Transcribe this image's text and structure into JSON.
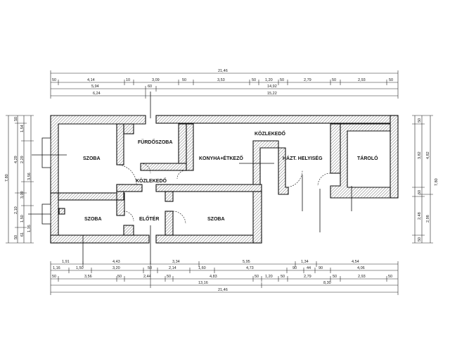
{
  "rooms": {
    "szoba_top_left": "SZOBA",
    "furdoszoba": "FÜRDŐSZOBA",
    "kozlekedo_mid": "KÖZLEKEDŐ",
    "kozlekedo_top": "KÖZLEKEDŐ",
    "konyha": "KONYHA+ÉTKEZŐ",
    "haztartasi": "HÁZT. HELYISÉG",
    "tarolo": "TÁROLÓ",
    "szoba_bottom_left": "SZOBA",
    "eloter": "ELŐTÉR",
    "szoba_bottom_mid": "SZOBA"
  },
  "top_dims": {
    "total": "21,46",
    "row2": [
      "50",
      "4,14",
      "10",
      "3,09",
      "50",
      "3,53",
      "50",
      "1,20",
      "50",
      "2,79",
      "50",
      "2,93",
      "50"
    ],
    "row3": [
      "5,94",
      "60",
      "14,92"
    ],
    "row4": [
      "6,24",
      "15,22"
    ]
  },
  "bottom_dims": {
    "row1": [
      "1,91",
      "4,43",
      "3,34",
      "5,95",
      "1,34",
      "4,54"
    ],
    "row2": [
      "1,16",
      "1,50",
      "3,20",
      "50",
      "2,14",
      "1,60",
      "4,73",
      "90",
      "44",
      "90",
      "4,06"
    ],
    "row3": [
      "50",
      "3,56",
      "50",
      "2,44",
      "50",
      "4,83",
      "50",
      "1,20",
      "50",
      "2,79",
      "50",
      "2,93",
      "50"
    ],
    "row4": [
      "13,16",
      "8,30"
    ],
    "total": "21,46"
  },
  "left_dims": {
    "outer": "7,80",
    "col2": [
      "50",
      "4,29",
      "2,10",
      "50"
    ],
    "col3": [
      "1,54",
      "2,29",
      "3,09",
      "1,50",
      "61"
    ],
    "col4": [
      "3,56",
      "1,35"
    ]
  },
  "right_dims": {
    "outer": "7,80",
    "col1": [
      "50",
      "3,82",
      "50",
      "2,48",
      "50"
    ],
    "col2": [
      "4,82",
      "2,98"
    ]
  }
}
